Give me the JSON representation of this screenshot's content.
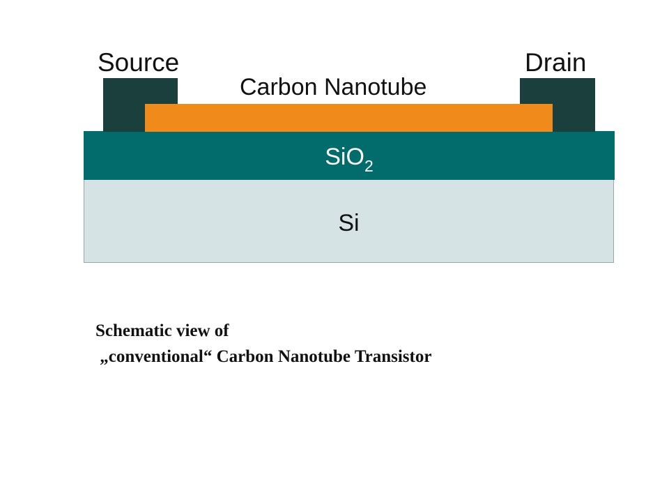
{
  "diagram": {
    "labels": {
      "source": "Source",
      "drain": "Drain",
      "nanotube": "Carbon Nanotube",
      "oxide_base": "SiO",
      "oxide_subscript": "2",
      "substrate": "Si"
    },
    "caption": {
      "line1": "Schematic view of",
      "line2": " „conventional“ Carbon Nanotube Transistor"
    },
    "colors": {
      "contact": "#1b3f3c",
      "nanotube": "#f08a1a",
      "oxide": "#016c6b",
      "substrate": "#d5e3e5"
    }
  }
}
